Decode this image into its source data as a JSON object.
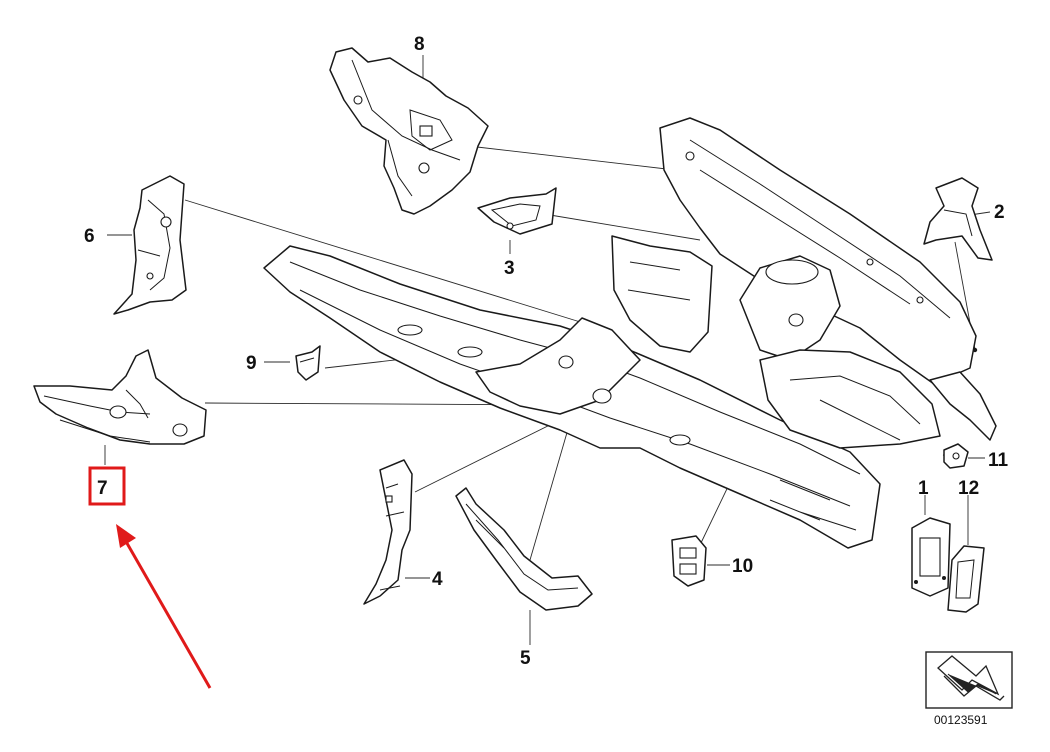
{
  "callouts": {
    "c1": "1",
    "c2": "2",
    "c3": "3",
    "c4": "4",
    "c5": "5",
    "c6": "6",
    "c7": "7",
    "c8": "8",
    "c9": "9",
    "c10": "10",
    "c11": "11",
    "c12": "12"
  },
  "highlight": {
    "label": "7",
    "box_color": "#e01a1a",
    "arrow_color": "#e01a1a"
  },
  "diagram_code": "00123591",
  "icons": {
    "corner_badge": "direction-arrow-icon"
  }
}
